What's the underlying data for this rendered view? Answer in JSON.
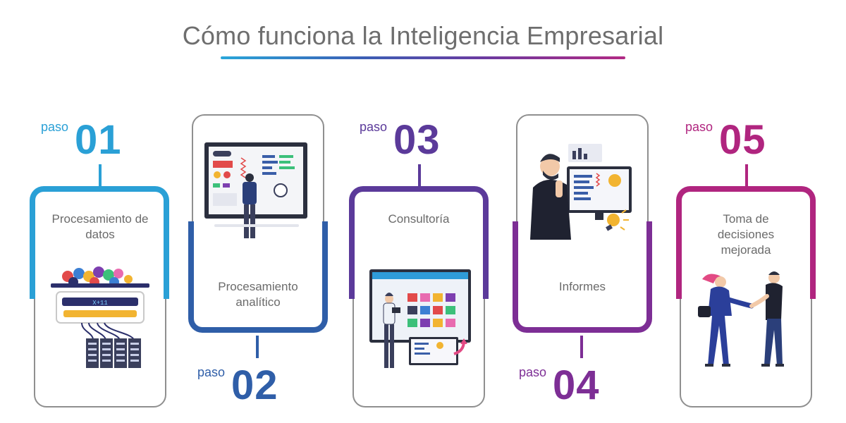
{
  "title": "Cómo funciona la Inteligencia Empresarial",
  "colors": {
    "step1": "#2aa0d6",
    "step2": "#2f5ea8",
    "step3": "#5b3a9a",
    "step4": "#7d2e95",
    "step5": "#b0257f",
    "gray": "#8f8f8f"
  },
  "steps": [
    {
      "paso": "paso",
      "number": "01",
      "label": "Procesamiento de datos",
      "icon": "data-processing-illustration"
    },
    {
      "paso": "paso",
      "number": "02",
      "label": "Procesamiento analítico",
      "icon": "analytics-dashboard-illustration"
    },
    {
      "paso": "paso",
      "number": "03",
      "label": "Consultoría",
      "icon": "consulting-illustration"
    },
    {
      "paso": "paso",
      "number": "04",
      "label": "Informes",
      "icon": "reports-illustration"
    },
    {
      "paso": "paso",
      "number": "05",
      "label": "Toma de decisiones mejorada",
      "icon": "handshake-illustration"
    }
  ]
}
